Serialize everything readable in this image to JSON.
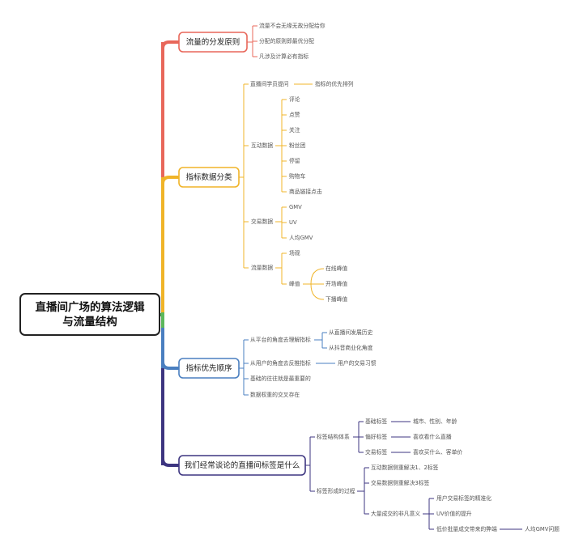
{
  "root": {
    "line1": "直播间广场的算法逻辑",
    "line2": "与流量结构"
  },
  "branches": [
    {
      "label": "流量的分发原则",
      "color": "#e8675a",
      "children": [
        "流量不会无缘无故分配给你",
        "分配的原则即最优分配",
        "凡涉及计算必有指标"
      ]
    },
    {
      "label": "指标数据分类",
      "color": "#f0b428",
      "children": [
        {
          "label": "直播间学员提问",
          "sub": "指标的优先排列"
        },
        {
          "label": "互动数据",
          "items": [
            "评论",
            "点赞",
            "关注",
            "粉丝团",
            "停留",
            "购物车",
            "商品链接点击"
          ]
        },
        {
          "label": "交易数据",
          "items": [
            "GMV",
            "UV",
            "人均GMV"
          ]
        },
        {
          "label": "流量数据",
          "items": [
            "场观",
            "峰值"
          ],
          "peak": [
            "在线峰值",
            "开场峰值",
            "下播峰值"
          ]
        }
      ]
    },
    {
      "label": "指标优先顺序",
      "color": "#4a7fc0",
      "children": [
        {
          "label": "从平台的角度去理解指标",
          "subs": [
            "从直播间发展历史",
            "从抖音商业化角度"
          ]
        },
        {
          "label": "从用户的角度去反推指标",
          "subs": [
            "用户的交易习惯"
          ]
        },
        {
          "label": "基础的往往就是最重要的"
        },
        {
          "label": "数据权重的交叉存在"
        }
      ]
    },
    {
      "label": "我们经常谈论的直播间标签是什么",
      "color": "#3d3580",
      "children": [
        {
          "label": "标签结构体系",
          "tags": [
            {
              "label": "基础标签",
              "desc": "城市、性别、年龄"
            },
            {
              "label": "偏好标签",
              "desc": "喜欢看什么直播"
            },
            {
              "label": "交易标签",
              "desc": "喜欢买什么、客单价"
            }
          ]
        },
        {
          "label": "标签形成的过程",
          "steps": [
            {
              "label": "互动数据侧重解决1、2标签"
            },
            {
              "label": "交易数据侧重解决3标签"
            },
            {
              "label": "大量成交的非凡意义",
              "subs": [
                "用户交易标签的精准化",
                "UV价值的提升",
                "低价批量成交带来的弊端"
              ],
              "tail": "人均GMV问题"
            }
          ]
        }
      ]
    }
  ],
  "colors": {
    "green_connector": "#5cb85c",
    "line_gray": "#555555"
  }
}
